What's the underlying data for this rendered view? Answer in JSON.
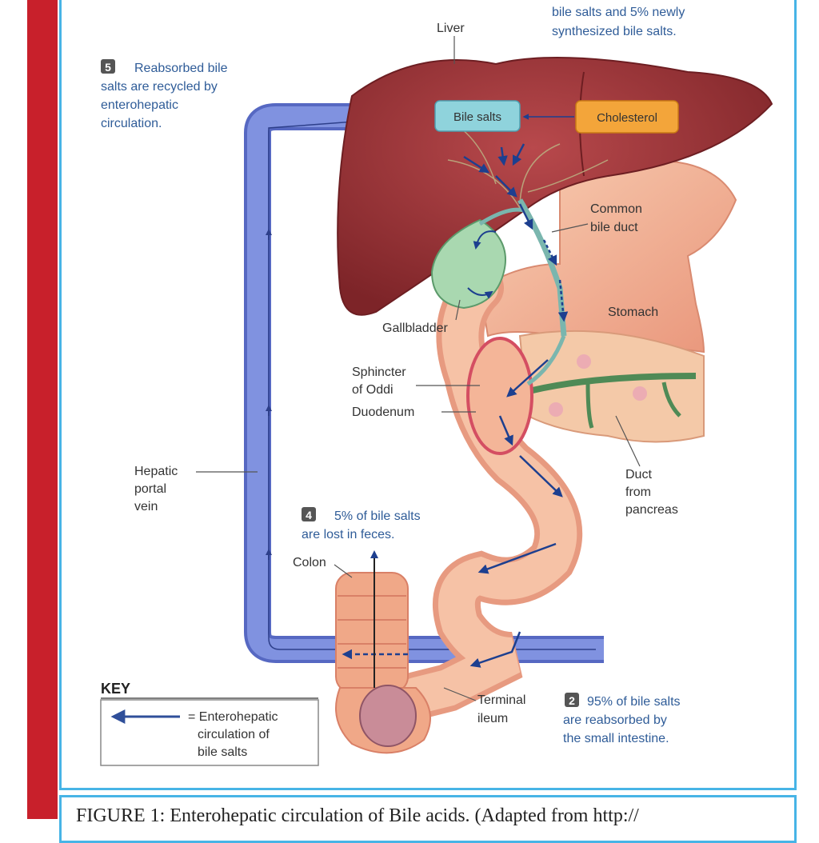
{
  "labels": {
    "top_note_line1": "bile salts and 5% newly",
    "top_note_line2": "synthesized bile salts.",
    "liver": "Liver",
    "bile_salts": "Bile salts",
    "cholesterol": "Cholesterol",
    "common_bile_duct_line1": "Common",
    "common_bile_duct_line2": "bile duct",
    "stomach": "Stomach",
    "gallbladder": "Gallbladder",
    "sphincter_line1": "Sphincter",
    "sphincter_line2": "of Oddi",
    "duodenum": "Duodenum",
    "duct_pancreas_line1": "Duct",
    "duct_pancreas_line2": "from",
    "duct_pancreas_line3": "pancreas",
    "hepatic_line1": "Hepatic",
    "hepatic_line2": "portal",
    "hepatic_line3": "vein",
    "colon": "Colon",
    "terminal_ileum_line1": "Terminal",
    "terminal_ileum_line2": "ileum"
  },
  "steps": {
    "step5_num": "5",
    "step5_line1": "Reabsorbed bile",
    "step5_line2": "salts are recycled by",
    "step5_line3": "enterohepatic",
    "step5_line4": "circulation.",
    "step4_num": "4",
    "step4_line1": "5% of bile salts",
    "step4_line2": "are lost in feces.",
    "step2_num": "2",
    "step2_line1": "95% of bile salts",
    "step2_line2": "are reabsorbed by",
    "step2_line3": "the small intestine."
  },
  "key": {
    "title": "KEY",
    "line1": "= Enterohepatic",
    "line2": "circulation of",
    "line3": "bile salts"
  },
  "caption": "FIGURE 1: Enterohepatic circulation of Bile acids. (Adapted from http://",
  "colors": {
    "frame_border": "#47b4e6",
    "side_bar": "#c8202b",
    "liver": "#9a3236",
    "vein": "#6f82d6",
    "flow_arrow": "#1d3f8f",
    "bile_salts_box": "#8fd3dc",
    "cholesterol_box": "#f3a53a",
    "intestine": "#f2b394"
  },
  "icons": [
    "flow-arrow-icon",
    "step-number-badge-icon"
  ]
}
